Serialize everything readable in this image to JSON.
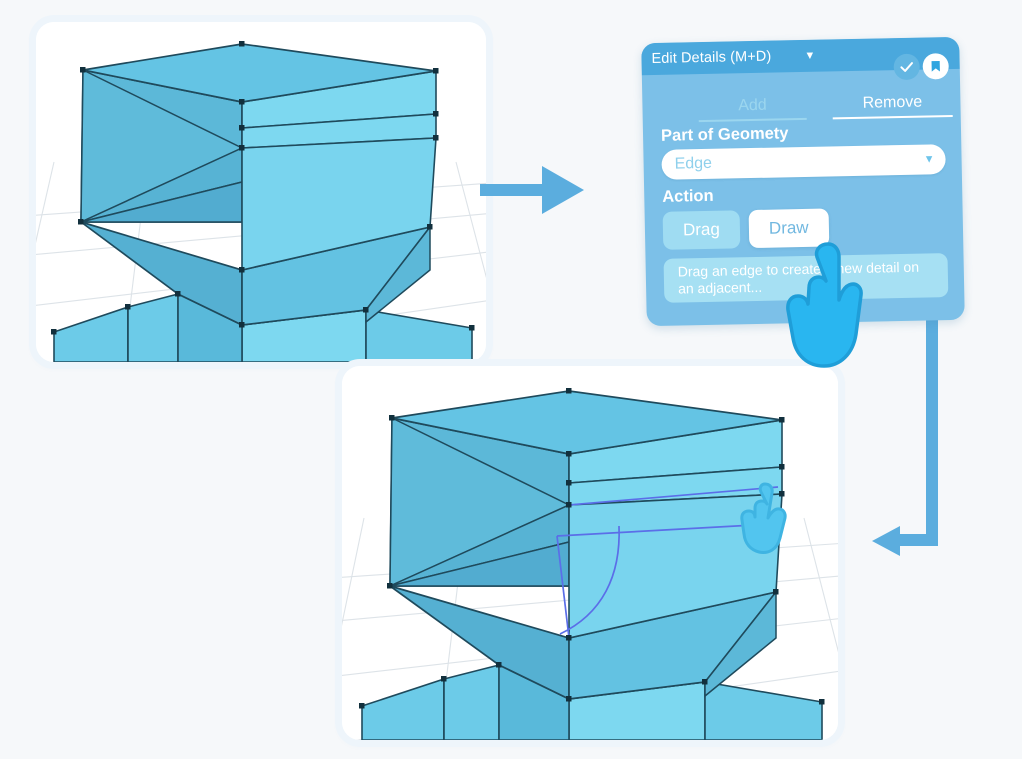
{
  "page": {
    "background_color": "#f6f8fa",
    "description": "Tutorial figure showing a 3D modeling tool panel and two viewport states of a blue low-poly mesh"
  },
  "panel": {
    "title": "Edit Details (M+D)",
    "caret_glyph": "▼",
    "header_color": "#4aa8dd",
    "body_color": "#7cc0e8",
    "confirm_icon": "check-icon",
    "pin_icon": "pin-icon",
    "tabs": [
      {
        "label": "Add",
        "active": true
      },
      {
        "label": "Remove",
        "active": false
      }
    ],
    "geometry": {
      "label": "Part of Geomety",
      "selected": "Edge",
      "caret_glyph": "▼",
      "options": [
        "Edge"
      ]
    },
    "action": {
      "label": "Action",
      "buttons": [
        {
          "label": "Drag",
          "selected": false
        },
        {
          "label": "Draw",
          "selected": true
        }
      ]
    },
    "hint": "Drag an edge to create a new detail on an adjacent..."
  },
  "viewports": {
    "before": {
      "name": "before-state",
      "face_light": "#7dd8f0",
      "face_mid": "#6ccbe8",
      "face_dark": "#5cb8d8",
      "face_darker": "#55b0d2",
      "edge_color": "#1f4a5c",
      "grid_color": "#dfe4e8",
      "floor_color": "#ffffff"
    },
    "after": {
      "name": "after-state",
      "face_light": "#7dd8f0",
      "face_mid": "#6ccbe8",
      "face_dark": "#5cb8d8",
      "face_darker": "#55b0d2",
      "edge_color": "#1f4a5c",
      "drawn_detail_color": "#5b6ee8",
      "grid_color": "#dfe4e8",
      "floor_color": "#ffffff"
    }
  },
  "arrows": {
    "forward": {
      "name": "arrow-right",
      "color": "#5badde",
      "direction": "right"
    },
    "return": {
      "name": "arrow-down-left",
      "color": "#5badde",
      "direction": "down-then-left"
    }
  },
  "cursors": {
    "panel": {
      "name": "hand-pointer-cursor",
      "fill": "#29b6f0",
      "stroke": "#1f9ed8"
    },
    "viewport": {
      "name": "hand-pointer-cursor-small",
      "fill": "#52c5ef",
      "stroke": "#3fb4e2"
    }
  }
}
